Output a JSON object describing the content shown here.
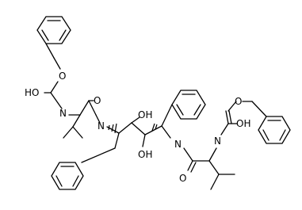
{
  "structure": {
    "kind": "chemical-structure",
    "style": "skeletal-formula",
    "atom_labels": {
      "o_ester_left": "O",
      "ho_carbamate_left": "HO",
      "n_carbamate_left": "N",
      "o_amide_left": "O",
      "n_amide_left": "N",
      "oh_upper": "OH",
      "oh_lower": "OH",
      "n_amide_right": "N",
      "n_carbamate_right": "N",
      "o_ester_right": "O",
      "oh_carbamate_right": "OH",
      "o_amide_right": "O"
    },
    "benzene_rings": [
      "top-left-benzyl-ring",
      "bottom-left-phenyl-ring",
      "middle-phenyl-ring",
      "right-benzyl-ring"
    ],
    "colors": {
      "bond": "#000000",
      "label": "#000000",
      "background": "#ffffff"
    }
  }
}
